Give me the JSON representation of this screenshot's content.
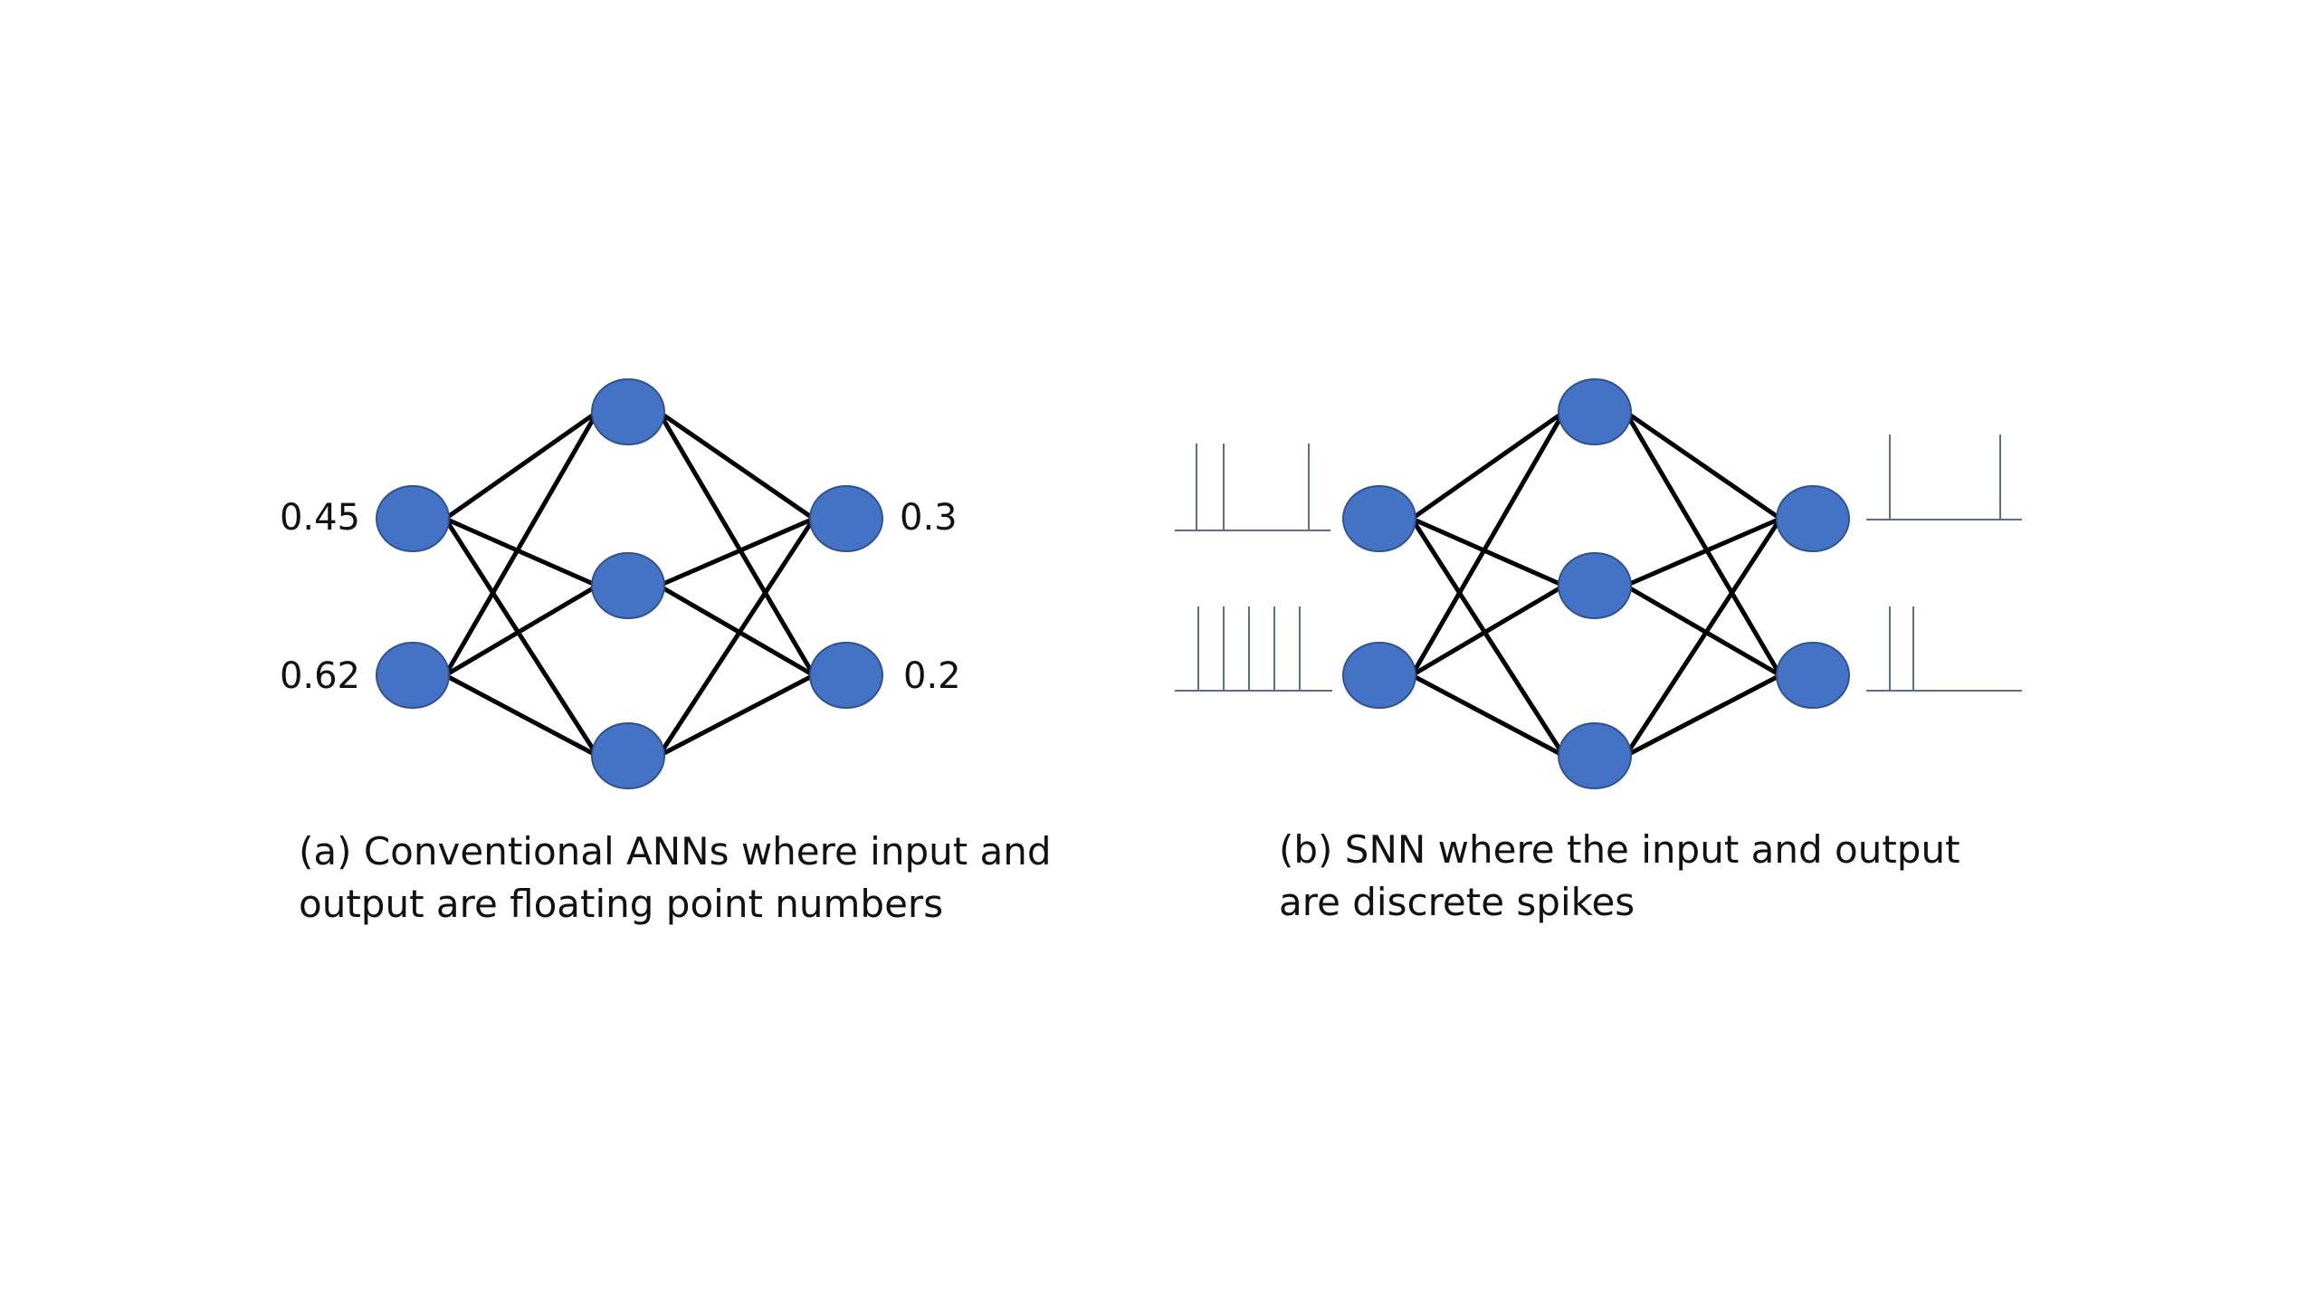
{
  "diagram_a": {
    "inputs": [
      "0.45",
      "0.62"
    ],
    "outputs": [
      "0.3",
      "0.2"
    ],
    "caption_line1": "(a) Conventional ANNs where input and",
    "caption_line2": "output are floating point numbers"
  },
  "diagram_b": {
    "input_spike_counts": [
      3,
      5
    ],
    "output_spike_counts": [
      2,
      2
    ],
    "caption_line1": "(b) SNN where the input and output",
    "caption_line2": "are discrete spikes"
  },
  "colors": {
    "node_fill": "#4472c4",
    "node_stroke": "#2f528f",
    "edge": "#000000",
    "spike": "#5a6f8a"
  }
}
